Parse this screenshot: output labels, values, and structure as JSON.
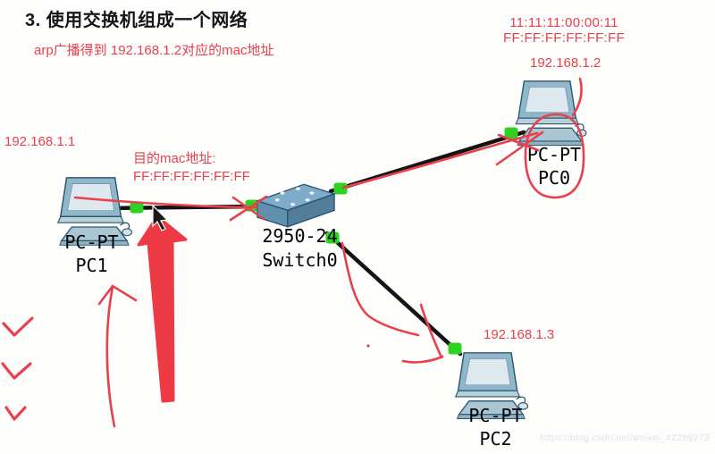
{
  "slide": {
    "title": "3. 使用交换机组成一个网络",
    "subtitle": "arp广播得到 192.168.1.2对应的mac地址",
    "watermark": "https://blog.csdn.net/weixin_42289273"
  },
  "annotations": {
    "pc0_learned_mac": "11:11:11:00:00:11",
    "pc0_broadcast_mac": "FF:FF:FF:FF:FF:FF",
    "dest_mac_label": "目的mac地址:",
    "dest_mac_value": "FF:FF:FF:FF:FF:FF"
  },
  "devices": {
    "pc1": {
      "ip": "192.168.1.1",
      "model": "PC-PT",
      "name": "PC1"
    },
    "pc0": {
      "ip": "192.168.1.2",
      "model": "PC-PT",
      "name": "PC0"
    },
    "pc2": {
      "ip": "192.168.1.3",
      "model": "PC-PT",
      "name": "PC2"
    },
    "switch0": {
      "model": "2950-24",
      "name": "Switch0"
    }
  },
  "colors": {
    "annotation_red": "#e8414d",
    "arrow_red": "#ee3a44",
    "link_up_green": "#2ed321",
    "cable_black": "#141414",
    "title_black": "#161616",
    "watermark_gray": "#e2e2e2"
  }
}
